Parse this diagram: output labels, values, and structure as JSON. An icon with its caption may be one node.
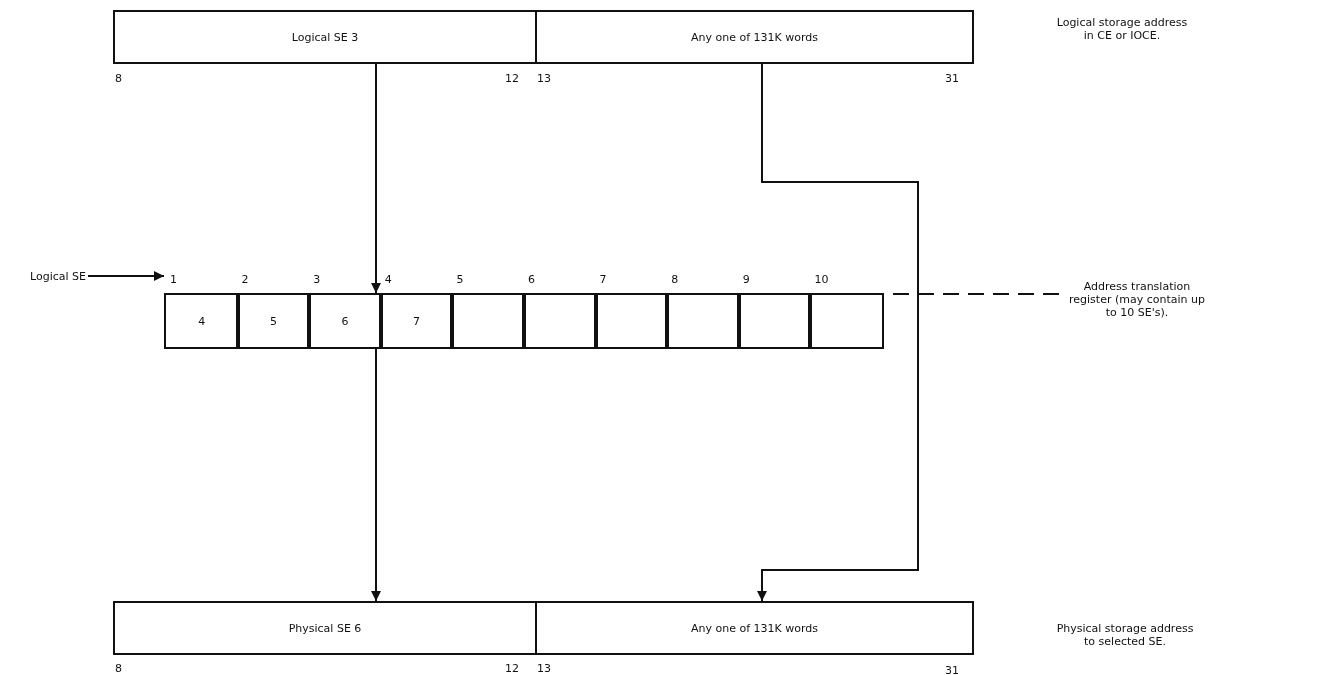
{
  "diagram": {
    "nodes": [
      {
        "text": [
          "Logical SE 3"
        ]
      },
      {
        "text": [
          "Any one of 131K words"
        ]
      },
      {
        "text": [
          "Logical SE"
        ]
      },
      {
        "text": [],
        "shape": "box"
      },
      {
        "text": [
          "4"
        ],
        "in": 3,
        "beside": [
          "1"
        ]
      },
      {
        "text": [
          "5"
        ],
        "in": 3,
        "beside": [
          "2"
        ]
      },
      {
        "text": [
          "6"
        ],
        "in": 3,
        "beside": [
          "3"
        ]
      },
      {
        "text": [
          "7"
        ],
        "in": 3,
        "beside": [
          "4"
        ]
      },
      {
        "text": [],
        "shape": "box",
        "in": 3,
        "beside": [
          "5"
        ]
      },
      {
        "text": [],
        "shape": "box",
        "in": 3,
        "beside": [
          "6"
        ]
      },
      {
        "text": [],
        "shape": "box",
        "in": 3,
        "beside": [
          "7"
        ]
      },
      {
        "text": [],
        "shape": "box",
        "in": 3,
        "beside": [
          "8"
        ]
      },
      {
        "text": [],
        "shape": "box",
        "in": 3,
        "beside": [
          "9"
        ]
      },
      {
        "text": [],
        "shape": "box",
        "in": 3,
        "beside": [
          "10"
        ]
      },
      {
        "text": [
          "Address translation register (may contain up to 10 SE's)."
        ]
      },
      {
        "text": [
          "Physical SE 6"
        ]
      },
      {
        "text": [
          "Any one of 131K words"
        ]
      }
    ],
    "edges": [
      {
        "from": 0,
        "to": 6,
        "arrow": "to"
      },
      {
        "from": 1,
        "to": 16,
        "arrow": "to"
      },
      {
        "from": 2,
        "to": 4,
        "arrow": "to"
      },
      {
        "from": 6,
        "to": 15,
        "arrow": "to"
      },
      {
        "from": 14,
        "to": 3,
        "arrow": "none",
        "style": "dashed"
      }
    ],
    "labels": [
      "Logical storage address in CE or IOCE.",
      "8",
      "12",
      "13",
      "31",
      "Physical storage address to selected SE.",
      "8",
      "12",
      "13",
      "31"
    ]
  }
}
